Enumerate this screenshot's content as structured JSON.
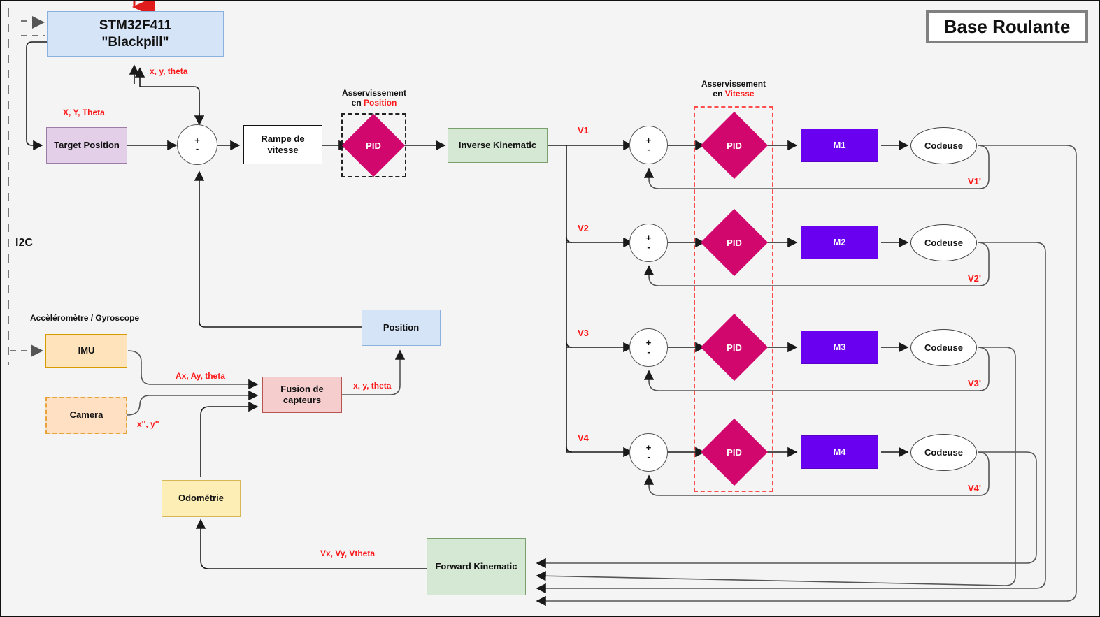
{
  "diagram": {
    "title": "Base Roulante",
    "bus_label": "I2C",
    "sensor_group_label": "Accèléromètre / Gyroscope"
  },
  "blocks": {
    "mcu": {
      "line1": "STM32F411",
      "line2": "\"Blackpill\""
    },
    "target_position": "Target Position",
    "rampe": {
      "line1": "Rampe de",
      "line2": "vitesse"
    },
    "inverse_kinematic": "Inverse Kinematic",
    "position": "Position",
    "imu": "IMU",
    "camera": "Camera",
    "fusion": {
      "line1": "Fusion  de",
      "line2": "capteurs"
    },
    "odometrie": "Odométrie",
    "forward_kinematic": "Forward Kinematic"
  },
  "controllers": {
    "position_loop": {
      "title_line1": "Asservissement",
      "title_line2_prefix": "en ",
      "title_line2_accent": "Position",
      "pid_label": "PID"
    },
    "speed_loop": {
      "title_line1": "Asservissement",
      "title_line2_prefix": "en ",
      "title_line2_accent": "Vitesse"
    }
  },
  "sum_junction": {
    "plus": "+",
    "minus": "-"
  },
  "motor_channels": [
    {
      "speed_label": "V1",
      "pid_label": "PID",
      "motor": "M1",
      "encoder": "Codeuse",
      "feedback_label": "V1'"
    },
    {
      "speed_label": "V2",
      "pid_label": "PID",
      "motor": "M2",
      "encoder": "Codeuse",
      "feedback_label": "V2'"
    },
    {
      "speed_label": "V3",
      "pid_label": "PID",
      "motor": "M3",
      "encoder": "Codeuse",
      "feedback_label": "V3'"
    },
    {
      "speed_label": "V4",
      "pid_label": "PID",
      "motor": "M4",
      "encoder": "Codeuse",
      "feedback_label": "V4'"
    }
  ],
  "signal_labels": {
    "target_xyt": "X, Y, Theta",
    "feedback_xyt": "x, y, theta",
    "imu_out": "Ax, Ay, theta",
    "camera_out": "x'', y''",
    "fusion_out": "x, y, theta",
    "forward_out": "Vx, Vy, Vtheta"
  },
  "colors": {
    "accent_red": "#fb1a1a",
    "pid_magenta": "#d1076e",
    "motor_purple": "#6a00f0",
    "block_blue": "#d6e4f7",
    "block_green": "#d5e8d4",
    "speed_group_border": "#ff4d4d",
    "canvas_bg": "#f4f4f4"
  }
}
